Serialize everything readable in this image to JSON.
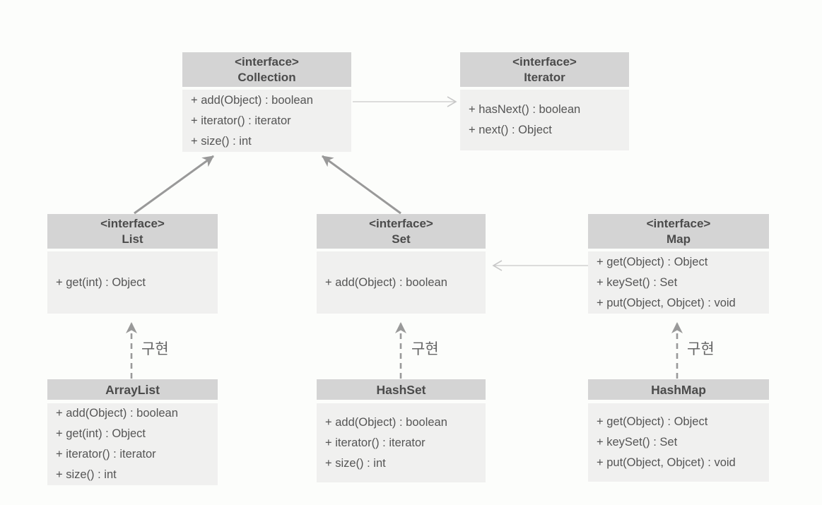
{
  "diagram": {
    "classes": [
      {
        "id": "collection",
        "stereotype": "<interface>",
        "name": "Collection",
        "methods": [
          "+ add(Object) : boolean",
          "+ iterator() : iterator",
          "+ size() : int"
        ]
      },
      {
        "id": "iterator",
        "stereotype": "<interface>",
        "name": "Iterator",
        "methods": [
          "+ hasNext() : boolean",
          "+ next() : Object"
        ]
      },
      {
        "id": "list",
        "stereotype": "<interface>",
        "name": "List",
        "methods": [
          "+ get(int) : Object"
        ]
      },
      {
        "id": "set",
        "stereotype": "<interface>",
        "name": "Set",
        "methods": [
          "+ add(Object) : boolean"
        ]
      },
      {
        "id": "map",
        "stereotype": "<interface>",
        "name": "Map",
        "methods": [
          "+ get(Object) : Object",
          "+ keySet() : Set",
          "+ put(Object, Objcet) : void"
        ]
      },
      {
        "id": "arraylist",
        "stereotype": "",
        "name": "ArrayList",
        "methods": [
          "+ add(Object) : boolean",
          "+ get(int) : Object",
          "+ iterator() : iterator",
          "+ size() : int"
        ]
      },
      {
        "id": "hashset",
        "stereotype": "",
        "name": "HashSet",
        "methods": [
          "+ add(Object) : boolean",
          "+ iterator() : iterator",
          "+ size() : int"
        ]
      },
      {
        "id": "hashmap",
        "stereotype": "",
        "name": "HashMap",
        "methods": [
          "+ get(Object) : Object",
          "+ keySet() : Set",
          "+ put(Object, Objcet) : void"
        ]
      }
    ],
    "relations": [
      {
        "from": "Collection",
        "to": "Iterator",
        "type": "association",
        "label": ""
      },
      {
        "from": "List",
        "to": "Collection",
        "type": "generalization",
        "label": ""
      },
      {
        "from": "Set",
        "to": "Collection",
        "type": "generalization",
        "label": ""
      },
      {
        "from": "Map",
        "to": "Set",
        "type": "association",
        "label": ""
      },
      {
        "from": "ArrayList",
        "to": "List",
        "type": "realization",
        "label": "구현"
      },
      {
        "from": "HashSet",
        "to": "Set",
        "type": "realization",
        "label": "구현"
      },
      {
        "from": "HashMap",
        "to": "Map",
        "type": "realization",
        "label": "구현"
      }
    ],
    "colors": {
      "page_bg": "#fcfdfb",
      "header_bg": "#d4d4d4",
      "body_bg": "#f0f0ef",
      "header_text": "#4b4b4b",
      "method_text": "#555555",
      "generalization_arrow": "#999999",
      "association_arrow": "#c8c8c8",
      "realization_arrow": "#999999",
      "label_text": "#666666"
    }
  }
}
